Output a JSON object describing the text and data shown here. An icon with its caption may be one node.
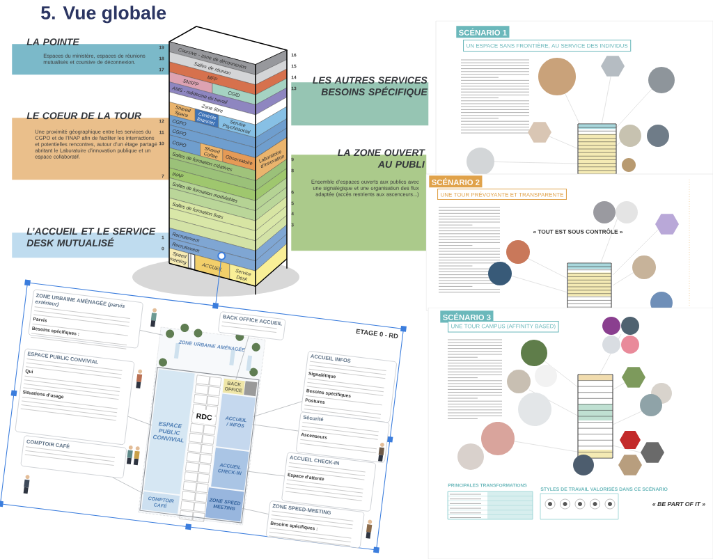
{
  "diagram": {
    "title": "5. Vue globale",
    "nodes": [
      {
        "text": [
          "LA POINTE",
          "Espaces du ministère, espaces de réunions mutualisés et coursive de déconnexion."
        ]
      },
      {
        "text": [
          "LE COEUR DE LA TOUR",
          "Une proximité géographique entre les services du CGPO et de l’INAP afin de faciliter les interractions et potentielles rencontres, autour d’un étage partagé abritant le Laboratoire d’innovation publique et un espace collaboratif."
        ]
      },
      {
        "text": [
          "L’ACCUEIL ET LE SERVICE DESK MUTUALISÉ"
        ]
      },
      {
        "text": [
          "LES AUTRES SERVICES BESOINS SPÉCIFIQUE"
        ]
      },
      {
        "text": [
          "LA ZONE OUVERT AU PUBLI",
          "Ensemble d’espaces ouverts aux publics avec une signalégique et une organisation des flux adaptée (accès restrients aux ascenceurs...)"
        ]
      },
      {
        "text": [
          "Coursive - zone de déconnexion"
        ]
      },
      {
        "text": [
          "Salles de réunion"
        ]
      },
      {
        "text": [
          "MFP"
        ]
      },
      {
        "text": [
          "SNSFP"
        ]
      },
      {
        "text": [
          "CGID"
        ]
      },
      {
        "text": [
          "AMS - médecine du travail"
        ]
      },
      {
        "text": [
          "Zone libre"
        ]
      },
      {
        "text": [
          "Shared Space"
        ]
      },
      {
        "text": [
          "Contrôle financier"
        ]
      },
      {
        "text": [
          "Service Psychosocial"
        ]
      },
      {
        "text": [
          "CGPO"
        ]
      },
      {
        "text": [
          "CGPO"
        ]
      },
      {
        "text": [
          "CGPO"
        ]
      },
      {
        "text": [
          "Shared Coffee"
        ]
      },
      {
        "text": [
          "Observatoire"
        ]
      },
      {
        "text": [
          "Laboratoire d’innovation"
        ]
      },
      {
        "text": [
          "Salles de formation créatives"
        ]
      },
      {
        "text": [
          "INAP"
        ]
      },
      {
        "text": [
          "Salles de formation modulables"
        ]
      },
      {
        "text": [
          "Salles de formation fixes"
        ]
      },
      {
        "text": [
          "Recrutement"
        ]
      },
      {
        "text": [
          "Recrutement"
        ]
      },
      {
        "text": [
          "Speed meeting"
        ]
      },
      {
        "text": [
          "ACCUEIL"
        ]
      },
      {
        "text": [
          "Service Desk"
        ]
      },
      {
        "text": [
          "ZONE URBAINE AMÉNAGÉE *(parvis extérieur)*",
          "Parvis",
          "Besoins spécifiques :"
        ]
      },
      {
        "text": [
          "BACK OFFICE ACCUEIL"
        ]
      },
      {
        "text": [
          "ESPACE PUBLIC CONVIVIAL",
          "Qui",
          "Situations d’usage"
        ]
      },
      {
        "text": [
          "ACCUEIL INFOS",
          "Signalétique",
          "Besoins spécifiques",
          "Postures"
        ]
      },
      {
        "text": [
          "Sécurité",
          "Ascenseurs"
        ]
      },
      {
        "text": [
          "ACCUEIL CHECK-IN",
          "Espace d’attente"
        ]
      },
      {
        "text": [
          "COMPTOIR CAFÉ"
        ]
      },
      {
        "text": [
          "ZONE SPEED-MEETING",
          "Besoins spécifiques :"
        ]
      },
      {
        "text": [
          "ZONE URBAINE AMÉNAGÉE"
        ]
      },
      {
        "text": [
          "BACK OFFICE"
        ]
      },
      {
        "text": [
          "ACCUEIL / INFOS"
        ]
      },
      {
        "text": [
          "ESPACE PUBLIC CONVIVIAL"
        ]
      },
      {
        "text": [
          "RDC"
        ]
      },
      {
        "text": [
          "ACCUEIL CHECK-IN"
        ]
      },
      {
        "text": [
          "COMPTOIR CAFÉ"
        ]
      },
      {
        "text": [
          "ZONE SPEED MEETING"
        ]
      },
      {
        "text": [
          "SCÉNARIO 1"
        ]
      },
      {
        "text": [
          "UN ESPACE SANS FRONTIÈRE, AU SERVICE DES INDIVIDUS"
        ]
      },
      {
        "text": [
          "SCÉNARIO 2"
        ]
      },
      {
        "text": [
          "UNE TOUR PRÉVOYANTE ET TRANSPARENTE"
        ]
      },
      {
        "text": [
          "SCÉNARIO 3"
        ]
      },
      {
        "text": [
          "UNE TOUR CAMPUS (AFFINITY BASED)"
        ]
      },
      {
        "text": [],
        "shape": "box"
      },
      {
        "text": [],
        "shape": "box"
      },
      {
        "text": [],
        "shape": "box"
      },
      {
        "text": [],
        "shape": "box"
      }
    ],
    "edges": [
      {
        "from": 30,
        "to": 38,
        "arrow": "none"
      },
      {
        "from": 31,
        "to": 39,
        "arrow": "none"
      },
      {
        "from": 33,
        "to": 40,
        "arrow": "none"
      },
      {
        "from": 34,
        "to": 40,
        "arrow": "none"
      },
      {
        "from": 32,
        "to": 41,
        "arrow": "none"
      },
      {
        "from": 35,
        "to": 43,
        "arrow": "none"
      },
      {
        "from": 36,
        "to": 44,
        "arrow": "none"
      },
      {
        "from": 37,
        "to": 45,
        "arrow": "none"
      }
    ],
    "labels": [
      "19",
      "18",
      "17",
      "16",
      "15",
      "14",
      "13",
      "12",
      "11",
      "10",
      "9",
      "8",
      "7",
      "6",
      "5",
      "4",
      "3",
      "1",
      "0",
      "ETAGE 0 - RD",
      "« TOUT EST SOUS CONTRÔLE »",
      "PRINCIPALES TRANSFORMATIONS",
      "STYLES DE TRAVAIL VALORISÉS DANS CE SCÉNARIO",
      "« BE PART OF IT »"
    ]
  }
}
